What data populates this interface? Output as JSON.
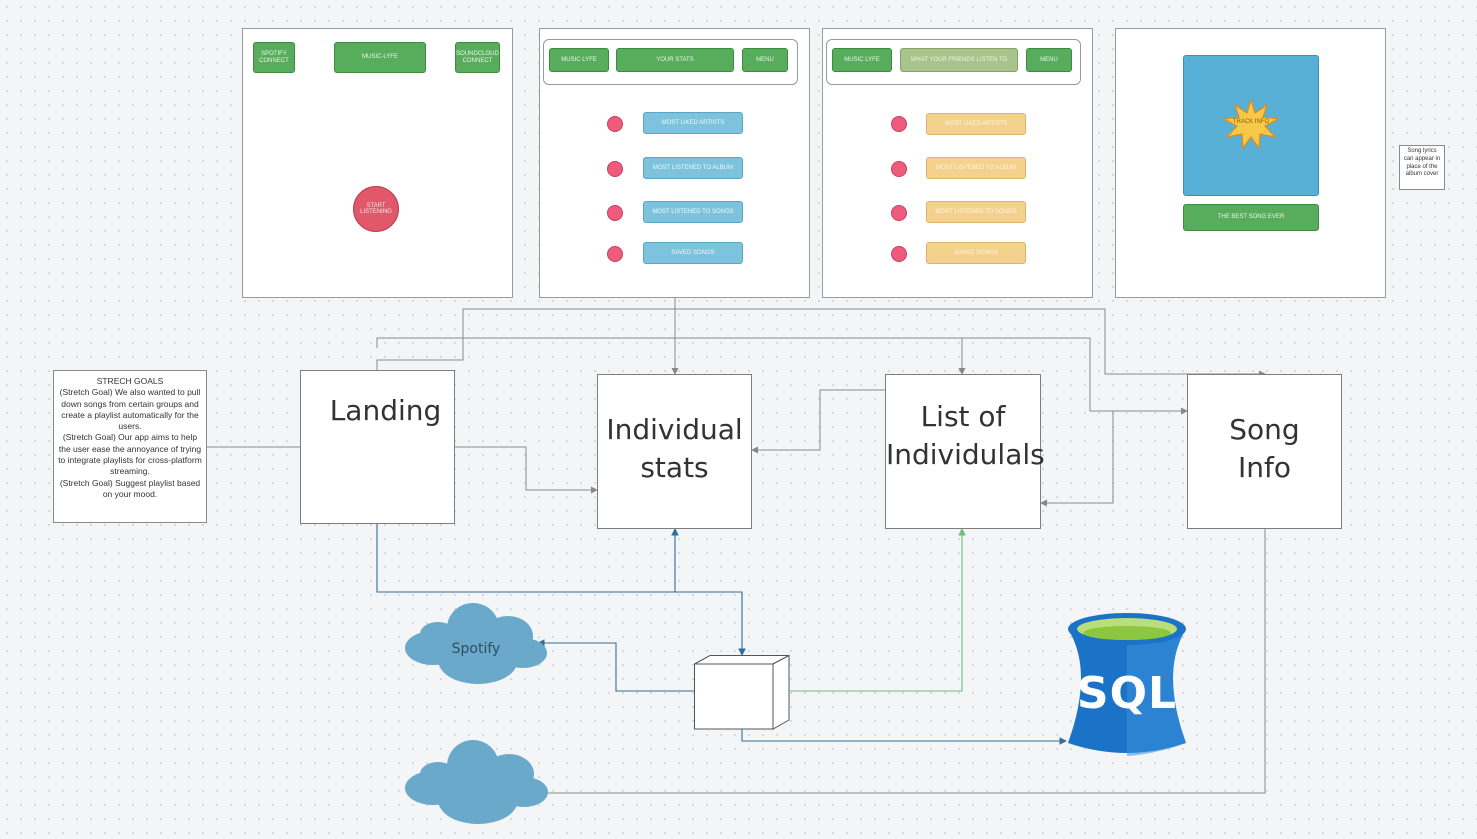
{
  "frame1": {
    "spotify_connect": "SPOTIFY CONNECT",
    "title": "MUSIC-LYFE",
    "soundcloud_connect": "SOUNDCLOUD CONNECT",
    "start_button": "START LISTENING"
  },
  "frame2": {
    "nav": [
      "MUSIC LYFE",
      "YOUR STATS",
      "MENU"
    ],
    "items": [
      "MOST LIKED ARTISTS",
      "MOST LISTENED TO ALBUM",
      "MOST LISTENED TO SONGS",
      "SAVED SONGS"
    ]
  },
  "frame3": {
    "nav": [
      "MUSIC LYFE",
      "WHAT YOUR FRIENDS LISTEN TO",
      "MENU"
    ],
    "items": [
      "MOST LIKED ARTISTS",
      "MOST LISTENED TO ALBUM",
      "MOST LISTENED TO SONGS",
      "SAVED SONGS"
    ]
  },
  "frame4": {
    "burst_label": "TRACK INFO",
    "song_title": "THE BEST SONG EVER"
  },
  "lyrics_note": "Song lyrics can appear in place of the album cover",
  "stretch_goals": {
    "heading": "STRECH GOALS",
    "lines": [
      "(Stretch Goal) We also wanted to pull down songs from certain groups and create a playlist automatically for the users.",
      "(Stretch Goal) Our app aims to help the user ease the annoyance of trying to integrate playlists for cross-platform streaming.",
      "(Stretch Goal) Suggest playlist based on your mood."
    ]
  },
  "nodes": {
    "landing": "Landing",
    "individual_stats": "Individual stats",
    "list_of_individuals": "List of Individulals",
    "song_info": "Song Info"
  },
  "spotify_cloud": "Spotify",
  "sql_label": "SQL",
  "colors": {
    "green_button": "#58ad5d",
    "blue_item": "#7ec3dd",
    "yellow_item": "#f4d28e",
    "dot_pink": "#ee5b7c",
    "cloud": "#6aa9c9",
    "sql_blue": "#1a73c6",
    "sql_rim": "#8dc63f",
    "blue_wire": "#2f6f9a",
    "green_wire": "#6dbf7a",
    "gray_wire": "#888888"
  }
}
